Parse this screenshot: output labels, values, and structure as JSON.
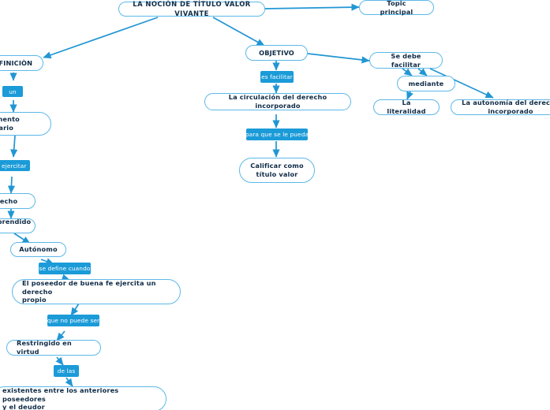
{
  "document": {
    "type": "mind-map",
    "language": "es",
    "background_color": "#ffffff",
    "node_border_color": "#5cb8e8",
    "node_fill_color": "#ffffff",
    "node_text_color": "#0f2b46",
    "label_fill_color": "#1b9bd8",
    "label_text_color": "#ffffff",
    "edge_color": "#2196d3"
  },
  "nodes": {
    "root": "LA NOCIÓN DE TÍTULO VALOR VIVANTE",
    "topic_principal": "Topic principal",
    "definicion": "DEFINICIÒN",
    "documento_necesario": "Documento\nnecesario",
    "derecho": "Derecho",
    "comprendido_en": "Comprendido en",
    "autonomo": "Autónomo",
    "poseedor_buena_fe": "El poseedor de buena fe ejercita un derecho\npropio",
    "restringido_en_virtud": "Restringido en virtud",
    "excepciones_existentes": "existentes entre los anteriores poseedores\ny el deudor",
    "objetivo": "OBJETIVO",
    "circulacion": "La circulación del derecho incorporado",
    "calificar": "Calificar como\ntítulo valor",
    "se_debe_facilitar": "Se debe facilitar",
    "mediante": "mediante",
    "la_literalidad": "La literalidad",
    "la_autonomia": "La autonomía del derecho incorporado"
  },
  "labels": {
    "un": "un",
    "para_ejercitar": "para ejercitar",
    "se_define_cuando": "se define cuando",
    "que_no_puede_ser": "que no puede ser",
    "de_las": "de las",
    "es_facilitar": "es facilitar",
    "para_que_se_le_pueda": "para que se le pueda"
  }
}
